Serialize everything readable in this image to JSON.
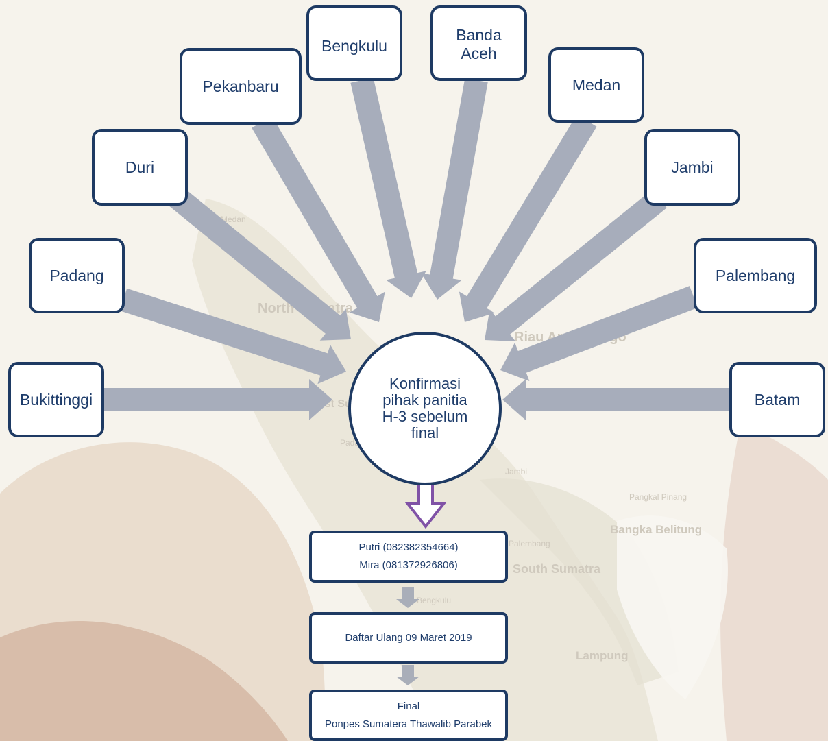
{
  "hub": {
    "label": "Konfirmasi pihak panitia H-3 sebelum final"
  },
  "cities": [
    {
      "name": "Bukittinggi"
    },
    {
      "name": "Padang"
    },
    {
      "name": "Duri"
    },
    {
      "name": "Pekanbaru"
    },
    {
      "name": "Bengkulu"
    },
    {
      "name": "Banda Aceh"
    },
    {
      "name": "Medan"
    },
    {
      "name": "Jambi"
    },
    {
      "name": "Palembang"
    },
    {
      "name": "Batam"
    }
  ],
  "steps": {
    "contacts": {
      "line1": "Putri (082382354664)",
      "line2": "Mira (081372926806)"
    },
    "registration": {
      "label": "Daftar Ulang 09 Maret 2019"
    },
    "final": {
      "line1": "Final",
      "line2": "Ponpes Sumatera Thawalib Parabek"
    }
  },
  "background_map_labels": [
    "Medan",
    "North Sumatra",
    "Riau Archipelago",
    "West Sumatra",
    "Padang",
    "Jambi",
    "Pangkal Pinang",
    "Bangka Belitung",
    "Palembang",
    "South Sumatra",
    "Bengkulu",
    "Lampung"
  ],
  "colors": {
    "box_border": "#1e3a63",
    "text": "#1f3d6b",
    "spoke_arrow": "#a7adbb",
    "down_arrow_outline": "#8052a6",
    "small_arrow": "#a9aeb9"
  }
}
